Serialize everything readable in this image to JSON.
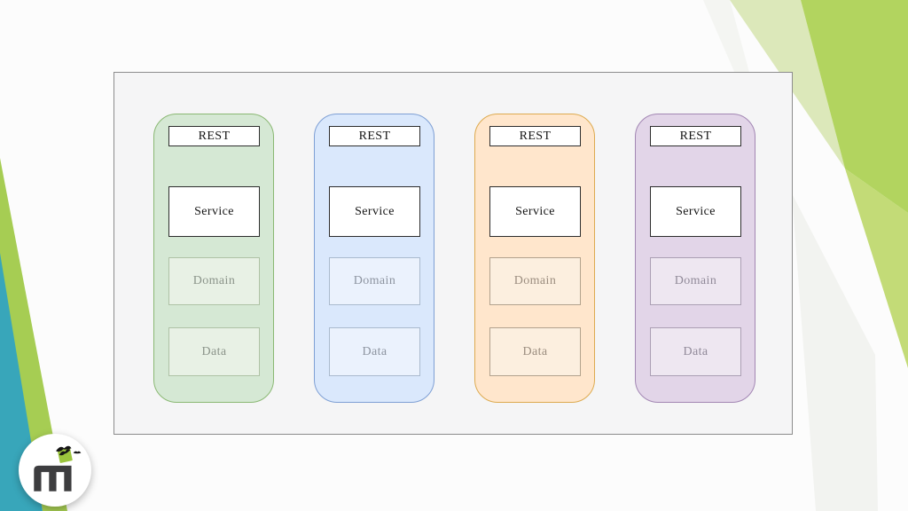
{
  "slide": {
    "frame": {
      "fill": "#f5f5f6",
      "border": "#8c8c8c"
    },
    "decor": {
      "gray_sliver": "#f4f5f2",
      "green_pale": "#dce8ba",
      "green_mid": "#c3db77",
      "green_bright": "#b2d45f",
      "gray_band": "#f2f3f0",
      "lime_stripe": "#a6cd53",
      "teal_stripe": "#38a6ba"
    },
    "logo": {
      "mark_color": "#3d3d3f",
      "accent_green": "#9bc53d",
      "bird_color": "#161616"
    }
  },
  "diagram": {
    "strong_box": {
      "fill": "#ffffff",
      "border": "#2d2d2d",
      "text": "#141414"
    },
    "columns": [
      {
        "theme": "green",
        "fill": "#d5e8d4",
        "stroke": "#8ab873",
        "mute_fill": "#e8f1e5",
        "mute_stroke": "#aec2a5",
        "mute_text": "#8b948a",
        "layers": {
          "rest": "REST",
          "service": "Service",
          "domain": "Domain",
          "data": "Data"
        }
      },
      {
        "theme": "blue",
        "fill": "#dae8fc",
        "stroke": "#7e9fd4",
        "mute_fill": "#ebf2fd",
        "mute_stroke": "#aabace",
        "mute_text": "#8d94a0",
        "layers": {
          "rest": "REST",
          "service": "Service",
          "domain": "Domain",
          "data": "Data"
        }
      },
      {
        "theme": "orange",
        "fill": "#ffe6cc",
        "stroke": "#ddaa4f",
        "mute_fill": "#fcefdf",
        "mute_stroke": "#b2a28d",
        "mute_text": "#9b8d7f",
        "layers": {
          "rest": "REST",
          "service": "Service",
          "domain": "Domain",
          "data": "Data"
        }
      },
      {
        "theme": "purple",
        "fill": "#e2d5e8",
        "stroke": "#a286b3",
        "mute_fill": "#eee7f1",
        "mute_stroke": "#ab9fb4",
        "mute_text": "#918a99",
        "layers": {
          "rest": "REST",
          "service": "Service",
          "domain": "Domain",
          "data": "Data"
        }
      }
    ]
  }
}
